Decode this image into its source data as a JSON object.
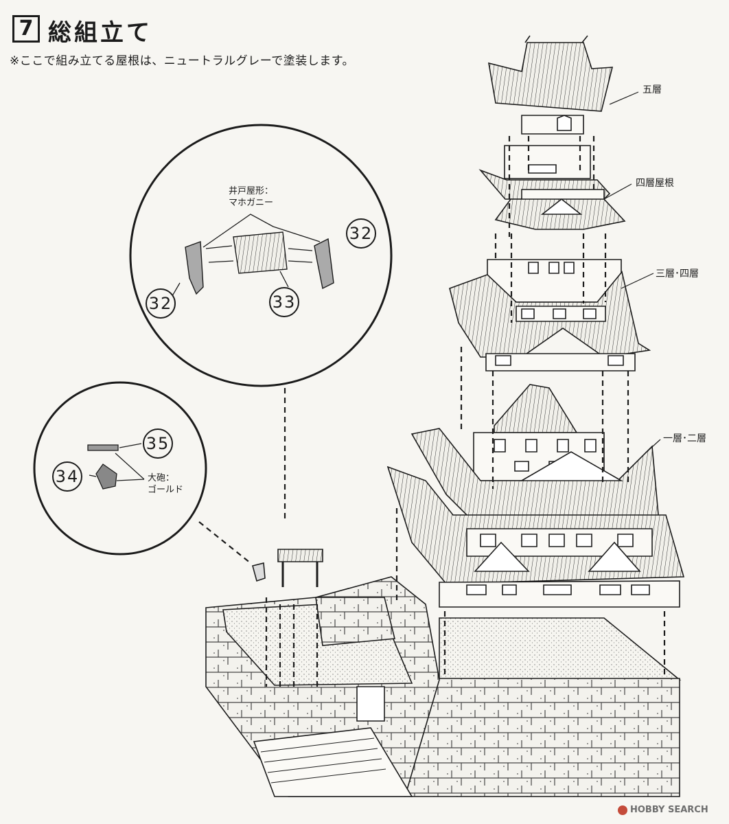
{
  "step": {
    "number": "7",
    "title": "総組立て",
    "note": "※ここで組み立てる屋根は、ニュートラルグレーで塗装します。"
  },
  "tiers": [
    {
      "label": "五層"
    },
    {
      "label": "四層屋根"
    },
    {
      "label": "三層･四層"
    },
    {
      "label": "一層･二層"
    }
  ],
  "well_callout": {
    "label_line1": "井戸屋形：",
    "label_line2": "マホガニー",
    "parts": [
      "32",
      "32",
      "33"
    ]
  },
  "cannon_callout": {
    "label_line1": "大砲：",
    "label_line2": "ゴールド",
    "parts": [
      "35",
      "34"
    ]
  },
  "watermark": "HOBBY SEARCH"
}
